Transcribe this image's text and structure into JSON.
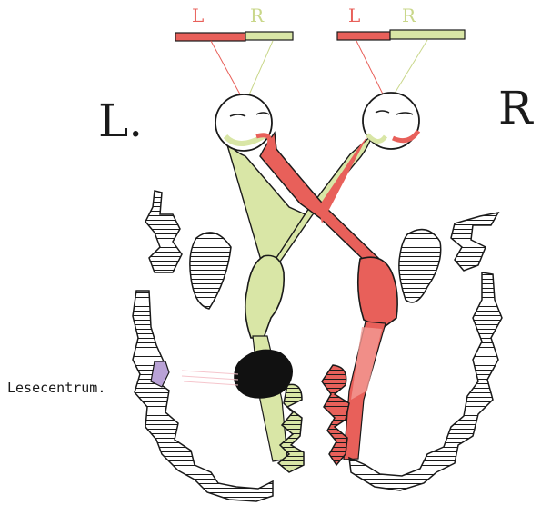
{
  "diagram": {
    "side_labels": {
      "left": "L.",
      "right": "R"
    },
    "visual_field_labels": {
      "left_eye": {
        "left": "L",
        "right": "R"
      },
      "right_eye": {
        "left": "L",
        "right": "R"
      }
    },
    "annotation": "Lesecentrum."
  },
  "colors": {
    "left_field": "#e8605a",
    "right_field": "#d9e6a6",
    "lesion": "#111111",
    "lesecentrum_marker": "#b9a2d6",
    "outline": "#1a1a1a"
  }
}
